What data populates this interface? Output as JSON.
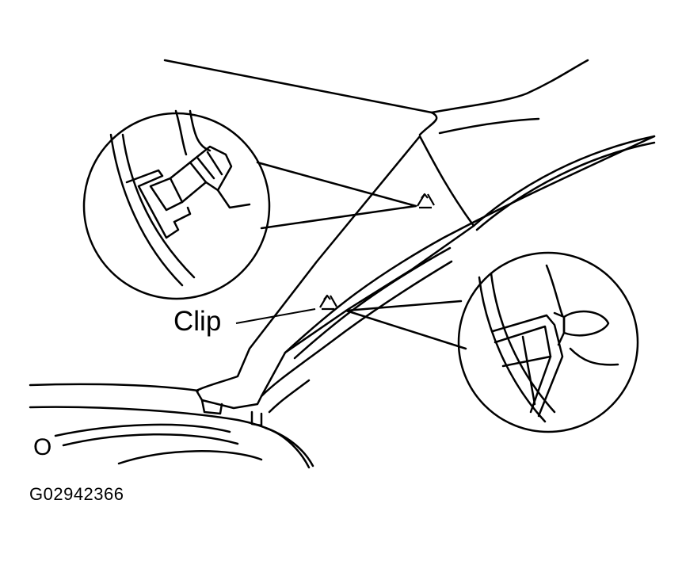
{
  "labels": {
    "clip": "Clip",
    "corner_mark": "O",
    "figure_id": "G02942366"
  },
  "colors": {
    "line": "#000000",
    "background": "#ffffff"
  },
  "icons": {
    "clip_marker": "triangle-recycle-icon"
  }
}
